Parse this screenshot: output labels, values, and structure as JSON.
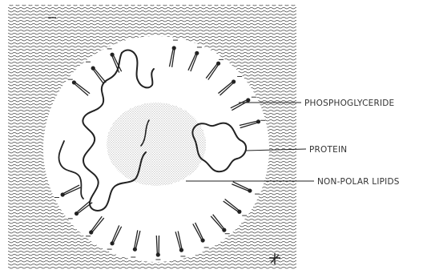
{
  "diagram": {
    "labels": {
      "phosphoglyceride": "PHOSPHOGLYCERIDE",
      "protein": "PROTEIN",
      "non_polar_lipids": "NON-POLAR LIPIDS"
    }
  },
  "colors": {
    "ink": "#222222",
    "background": "#ffffff",
    "stipple": "#777777"
  }
}
